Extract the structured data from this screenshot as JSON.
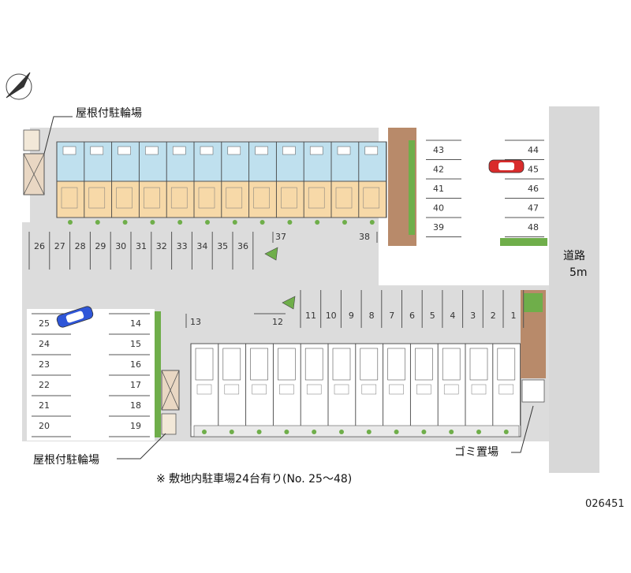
{
  "labels": {
    "bike_parking_top": "屋根付駐輪場",
    "bike_parking_bottom": "屋根付駐輪場",
    "road_name": "道路",
    "road_width": "5m",
    "garbage": "ゴミ置場",
    "note": "※ 敷地内駐車場24台有り(No. 25～48)",
    "code": "026451"
  },
  "slots": {
    "row_top": [
      "26",
      "27",
      "28",
      "29",
      "30",
      "31",
      "32",
      "33",
      "34",
      "35",
      "36"
    ],
    "near_building": [
      "37",
      "38"
    ],
    "col_mid_right": [
      "43",
      "42",
      "41",
      "40",
      "39"
    ],
    "col_far_right": [
      "44",
      "45",
      "46",
      "47",
      "48"
    ],
    "col_left": [
      "25",
      "24",
      "23",
      "22",
      "21",
      "20"
    ],
    "col_left2": [
      "14",
      "15",
      "16",
      "17",
      "18",
      "19"
    ],
    "row_mid": [
      "13",
      "12"
    ],
    "row_right": [
      "11",
      "10",
      "9",
      "8",
      "7",
      "6",
      "5",
      "4",
      "3",
      "2",
      "1"
    ]
  },
  "colors": {
    "road": "#d8d8d8",
    "lot": "#dcdcdc",
    "building_top_row_a": "#bfe0ee",
    "building_top_row_b": "#f7d9a8",
    "building_bottom": "#ffffff",
    "brick": "#b88a6a",
    "greenery": "#6fae4a",
    "car_red": "#d92b2b",
    "car_blue": "#2f56d8"
  }
}
